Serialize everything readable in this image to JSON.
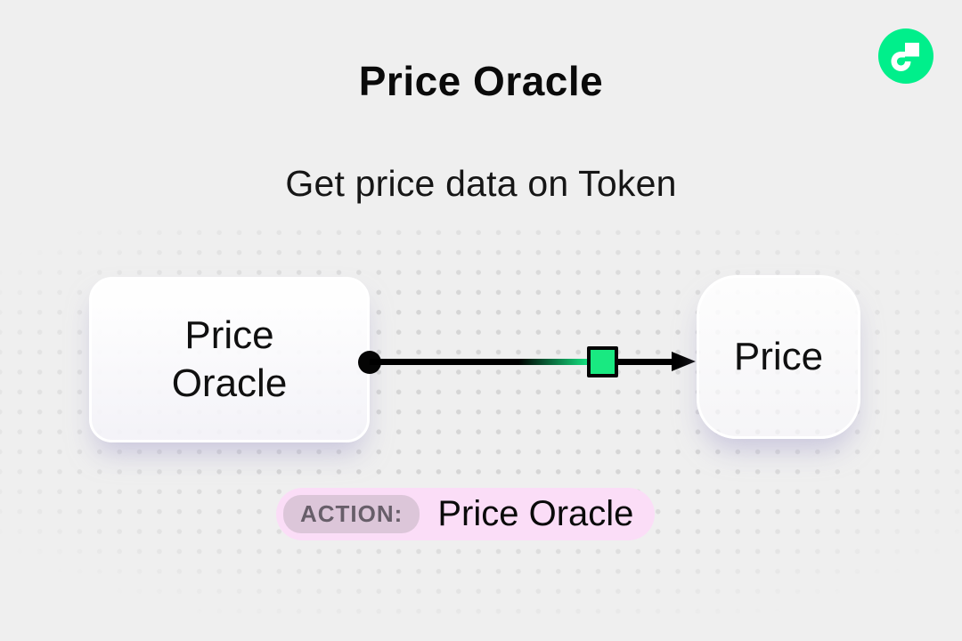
{
  "header": {
    "title": "Price Oracle",
    "subtitle": "Get price data on Token"
  },
  "logo": {
    "icon": "flow-logo-icon"
  },
  "diagram": {
    "source_node": {
      "label": "Price Oracle"
    },
    "target_node": {
      "label": "Price"
    },
    "edge": {
      "start_marker": "black-dot",
      "mid_marker": "green-square",
      "end_marker": "black-arrowhead"
    }
  },
  "action_bar": {
    "badge_label": "ACTION:",
    "value": "Price Oracle"
  },
  "colors": {
    "background": "#efefef",
    "dot_grid": "#d6d6d6",
    "flow_green": "#00ef8b",
    "marker_green": "#19e981",
    "action_pill_pink": "#fbddf7",
    "action_badge_mauve": "#dcc6d9",
    "text_black": "#0a0a0a"
  }
}
